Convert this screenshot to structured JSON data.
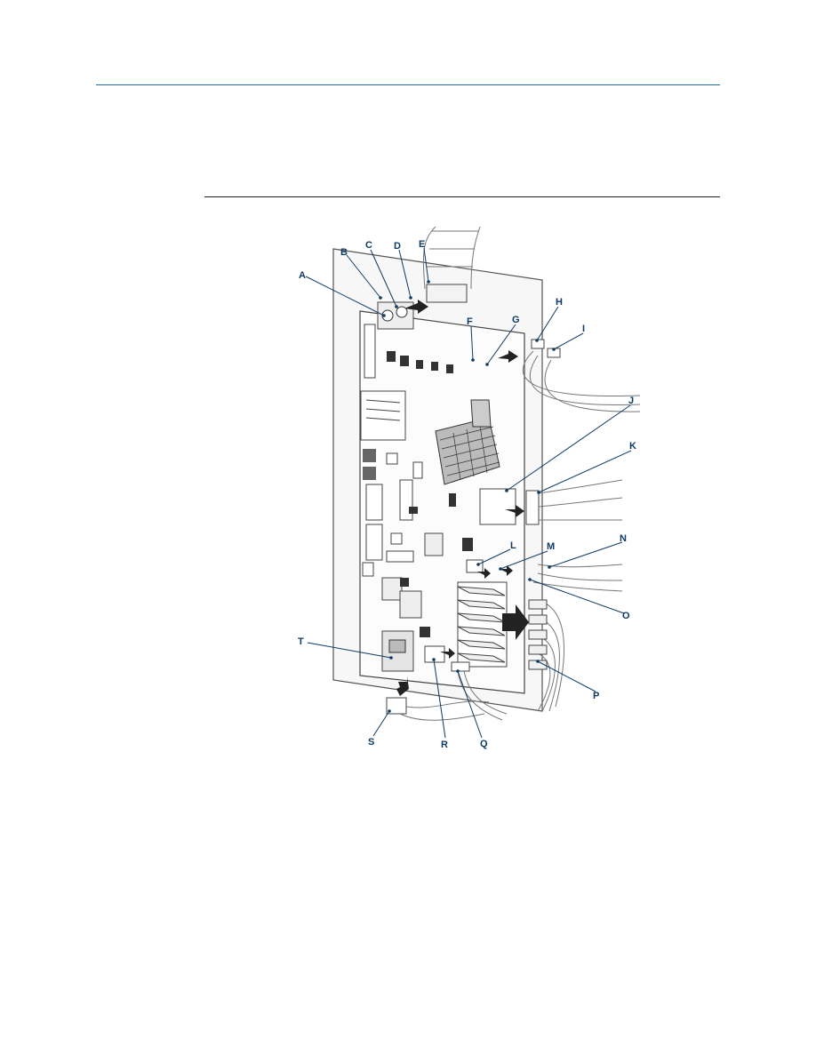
{
  "header": {
    "rule_color": "#1d6fa5"
  },
  "figure": {
    "description_colors": {
      "callout": "#0e3a66",
      "line": "#555555",
      "board": "#f4f4f4"
    },
    "callouts": [
      "A",
      "B",
      "C",
      "D",
      "E",
      "F",
      "G",
      "H",
      "I",
      "J",
      "K",
      "L",
      "M",
      "N",
      "O",
      "P",
      "Q",
      "R",
      "S",
      "T"
    ]
  }
}
